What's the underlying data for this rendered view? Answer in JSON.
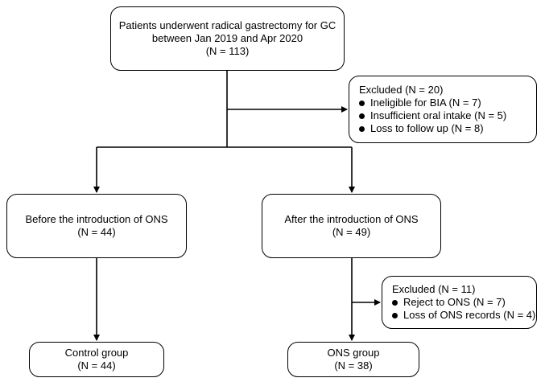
{
  "flowchart": {
    "enrollment": {
      "line1": "Patients underwent radical gastrectomy for GC",
      "line2": "between Jan 2019 and Apr 2020",
      "count": "(N = 113)"
    },
    "exclusion1": {
      "title": "Excluded (N = 20)",
      "items": [
        "Ineligible for BIA (N = 7)",
        "Insufficient oral intake (N = 5)",
        "Loss to follow up (N = 8)"
      ]
    },
    "before": {
      "line1": "Before the introduction of ONS",
      "count": "(N = 44)"
    },
    "after": {
      "line1": "After the introduction of ONS",
      "count": "(N = 49)"
    },
    "exclusion2": {
      "title": "Excluded (N = 11)",
      "items": [
        "Reject to ONS (N = 7)",
        "Loss of ONS records (N = 4)"
      ]
    },
    "control": {
      "line1": "Control group",
      "count": "(N = 44)"
    },
    "ons": {
      "line1": "ONS group",
      "count": "(N = 38)"
    }
  }
}
